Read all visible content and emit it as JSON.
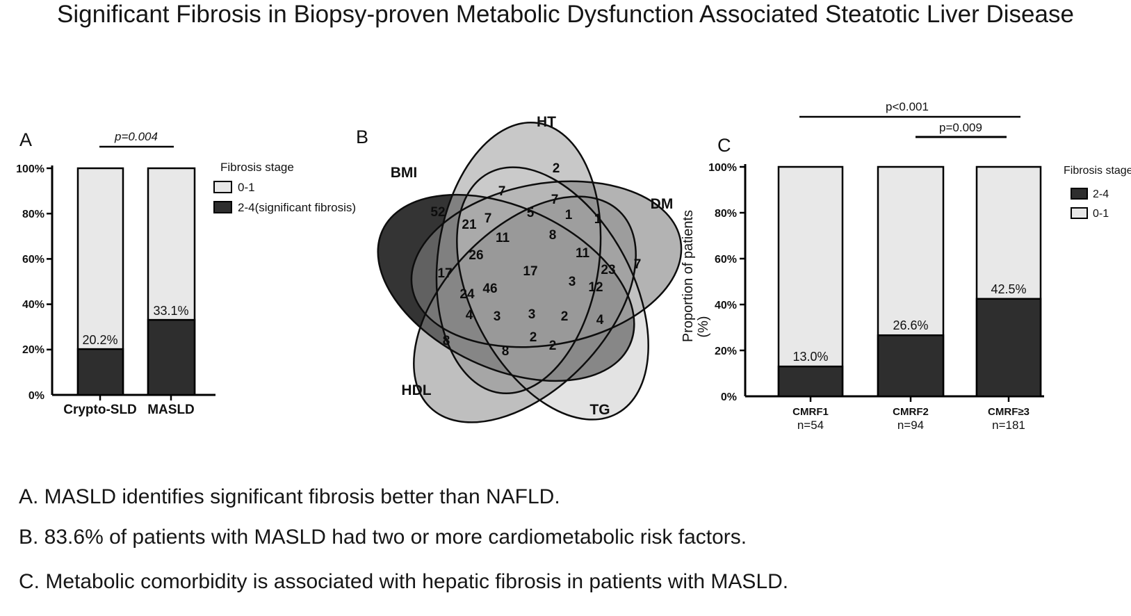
{
  "title": "Significant Fibrosis in Biopsy-proven Metabolic Dysfunction Associated Steatotic Liver Disease",
  "colors": {
    "dark_fill": "#2e2e2e",
    "light_fill": "#e8e8e8",
    "venn": {
      "BMI": "#111111",
      "HT": "#aaaaaa",
      "DM": "#808080",
      "TG": "#cccccc",
      "HDL": "#8a8a8a"
    }
  },
  "panelA": {
    "label": "A",
    "p_value": "p=0.004",
    "y_ticks": [
      "100%",
      "80%",
      "60%",
      "40%",
      "20%",
      "0%"
    ],
    "legend": {
      "title": "Fibrosis stage",
      "items": [
        {
          "label": "0-1"
        },
        {
          "label": "2-4(significant fibrosis)"
        }
      ]
    },
    "bars": [
      {
        "category": "Crypto-SLD",
        "dark_pct": 20.2,
        "label": "20.2%"
      },
      {
        "category": "MASLD",
        "dark_pct": 33.1,
        "label": "33.1%"
      }
    ]
  },
  "panelB": {
    "label": "B",
    "sets": [
      "BMI",
      "HT",
      "DM",
      "TG",
      "HDL"
    ],
    "region_values": [
      2,
      7,
      7,
      5,
      1,
      1,
      52,
      21,
      7,
      11,
      8,
      11,
      26,
      17,
      17,
      23,
      7,
      3,
      12,
      46,
      24,
      4,
      3,
      3,
      2,
      4,
      8,
      2,
      2,
      8
    ]
  },
  "panelC": {
    "label": "C",
    "p_value_1": "p<0.001",
    "p_value_2": "p=0.009",
    "ylabel_line1": "Proportion of patients",
    "ylabel_line2": "(%)",
    "y_ticks": [
      "100%",
      "80%",
      "60%",
      "40%",
      "20%",
      "0%"
    ],
    "legend": {
      "title": "Fibrosis stage",
      "items": [
        {
          "label": "2-4"
        },
        {
          "label": "0-1"
        }
      ]
    },
    "bars": [
      {
        "category": "CMRF1",
        "n_label": "n=54",
        "dark_pct": 13.0,
        "label": "13.0%"
      },
      {
        "category": "CMRF2",
        "n_label": "n=94",
        "dark_pct": 26.6,
        "label": "26.6%"
      },
      {
        "category": "CMRF≥3",
        "n_label": "n=181",
        "dark_pct": 42.5,
        "label": "42.5%"
      }
    ]
  },
  "captions": [
    "A. MASLD identifies significant fibrosis better than NAFLD.",
    "B. 83.6% of patients with MASLD had two or more cardiometabolic risk factors.",
    "C. Metabolic comorbidity is associated with hepatic fibrosis in patients with MASLD."
  ],
  "chart_data": [
    {
      "type": "bar",
      "panel": "A",
      "stacked_100": true,
      "categories": [
        "Crypto-SLD",
        "MASLD"
      ],
      "series": [
        {
          "name": "2-4(significant fibrosis)",
          "values": [
            20.2,
            33.1
          ]
        },
        {
          "name": "0-1",
          "values": [
            79.8,
            66.9
          ]
        }
      ],
      "legend_title": "Fibrosis stage",
      "ylim": [
        0,
        100
      ],
      "yticks_pct": [
        0,
        20,
        40,
        60,
        80,
        100
      ],
      "annotation": "p=0.004"
    },
    {
      "type": "venn",
      "panel": "B",
      "sets": [
        "BMI",
        "HT",
        "DM",
        "TG",
        "HDL"
      ],
      "region_values": [
        2,
        7,
        7,
        5,
        1,
        1,
        52,
        21,
        7,
        11,
        8,
        11,
        26,
        17,
        17,
        23,
        7,
        3,
        12,
        46,
        24,
        4,
        3,
        3,
        2,
        4,
        8,
        2,
        2,
        8
      ]
    },
    {
      "type": "bar",
      "panel": "C",
      "stacked_100": true,
      "categories": [
        "CMRF1 n=54",
        "CMRF2 n=94",
        "CMRF≥3 n=181"
      ],
      "series": [
        {
          "name": "2-4",
          "values": [
            13.0,
            26.6,
            42.5
          ]
        },
        {
          "name": "0-1",
          "values": [
            87.0,
            73.4,
            57.5
          ]
        }
      ],
      "legend_title": "Fibrosis stage",
      "ylabel": "Proportion of patients (%)",
      "ylim": [
        0,
        100
      ],
      "yticks_pct": [
        0,
        20,
        40,
        60,
        80,
        100
      ],
      "annotations": [
        "p<0.001",
        "p=0.009"
      ]
    }
  ]
}
